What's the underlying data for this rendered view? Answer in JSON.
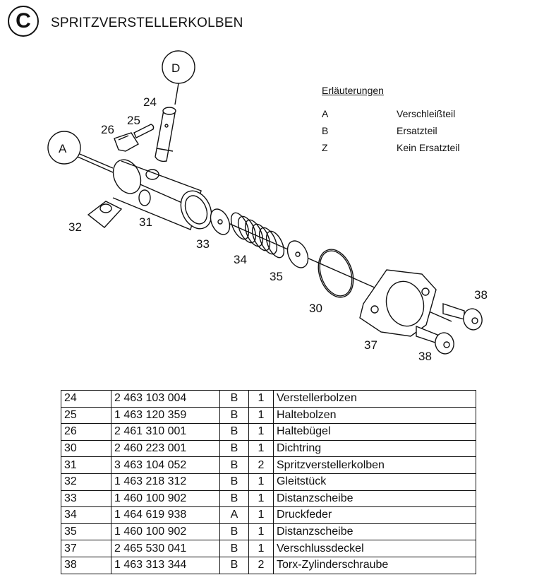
{
  "header": {
    "section_letter": "C",
    "title": "SPRITZVERSTELLERKOLBEN"
  },
  "legend": {
    "title": "Erläuterungen",
    "items": [
      {
        "code": "A",
        "desc": "Verschleißteil"
      },
      {
        "code": "B",
        "desc": "Ersatzteil"
      },
      {
        "code": "Z",
        "desc": "Kein Ersatzteil"
      }
    ]
  },
  "diagram": {
    "callouts": [
      "D",
      "A"
    ],
    "part_numbers": {
      "p24": "24",
      "p25": "25",
      "p26": "26",
      "p31": "31",
      "p32": "32",
      "p33": "33",
      "p34": "34",
      "p35": "35",
      "p30": "30",
      "p37": "37",
      "p38a": "38",
      "p38b": "38"
    }
  },
  "parts_table": [
    [
      "24",
      "2 463 103 004",
      "B",
      "1",
      "Verstellerbolzen"
    ],
    [
      "25",
      "1 463 120 359",
      "B",
      "1",
      "Haltebolzen"
    ],
    [
      "26",
      "2 461 310 001",
      "B",
      "1",
      "Haltebügel"
    ],
    [
      "30",
      "2 460 223 001",
      "B",
      "1",
      "Dichtring"
    ],
    [
      "31",
      "3 463 104 052",
      "B",
      "2",
      "Spritzverstellerkolben"
    ],
    [
      "32",
      "1 463 218 312",
      "B",
      "1",
      "Gleitstück"
    ],
    [
      "33",
      "1 460 100 902",
      "B",
      "1",
      "Distanzscheibe"
    ],
    [
      "34",
      "1 464 619 938",
      "A",
      "1",
      "Druckfeder"
    ],
    [
      "35",
      "1 460 100 902",
      "B",
      "1",
      "Distanzscheibe"
    ],
    [
      "37",
      "2 465 530 041",
      "B",
      "1",
      "Verschlussdeckel"
    ],
    [
      "38",
      "1 463 313 344",
      "B",
      "2",
      "Torx-Zylinderschraube"
    ]
  ]
}
